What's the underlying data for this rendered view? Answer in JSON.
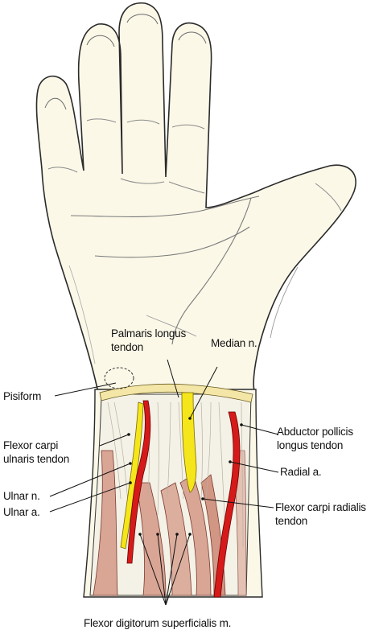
{
  "labels": {
    "palmaris_longus": [
      "Palmaris longus",
      "tendon"
    ],
    "median_nerve": "Median n.",
    "pisiform": "Pisiform",
    "flexor_carpi_ulnaris": [
      "Flexor carpi",
      "ulnaris tendon"
    ],
    "abductor_pollicis_longus": [
      "Abductor pollicis",
      "longus tendon"
    ],
    "radial_artery": "Radial a.",
    "ulnar_nerve": "Ulnar n.",
    "ulnar_artery": "Ulnar a.",
    "flexor_carpi_radialis": [
      "Flexor carpi radialis",
      "tendon"
    ],
    "flexor_digitorum_superficialis": "Flexor digitorum superficialis m."
  },
  "colors": {
    "skin": "#fbf8e8",
    "outline": "#2a2a2a",
    "nerve": "#f5e61c",
    "artery": "#d61a1a",
    "muscle": "#d9a595",
    "tendon": "#f4f1e6"
  }
}
